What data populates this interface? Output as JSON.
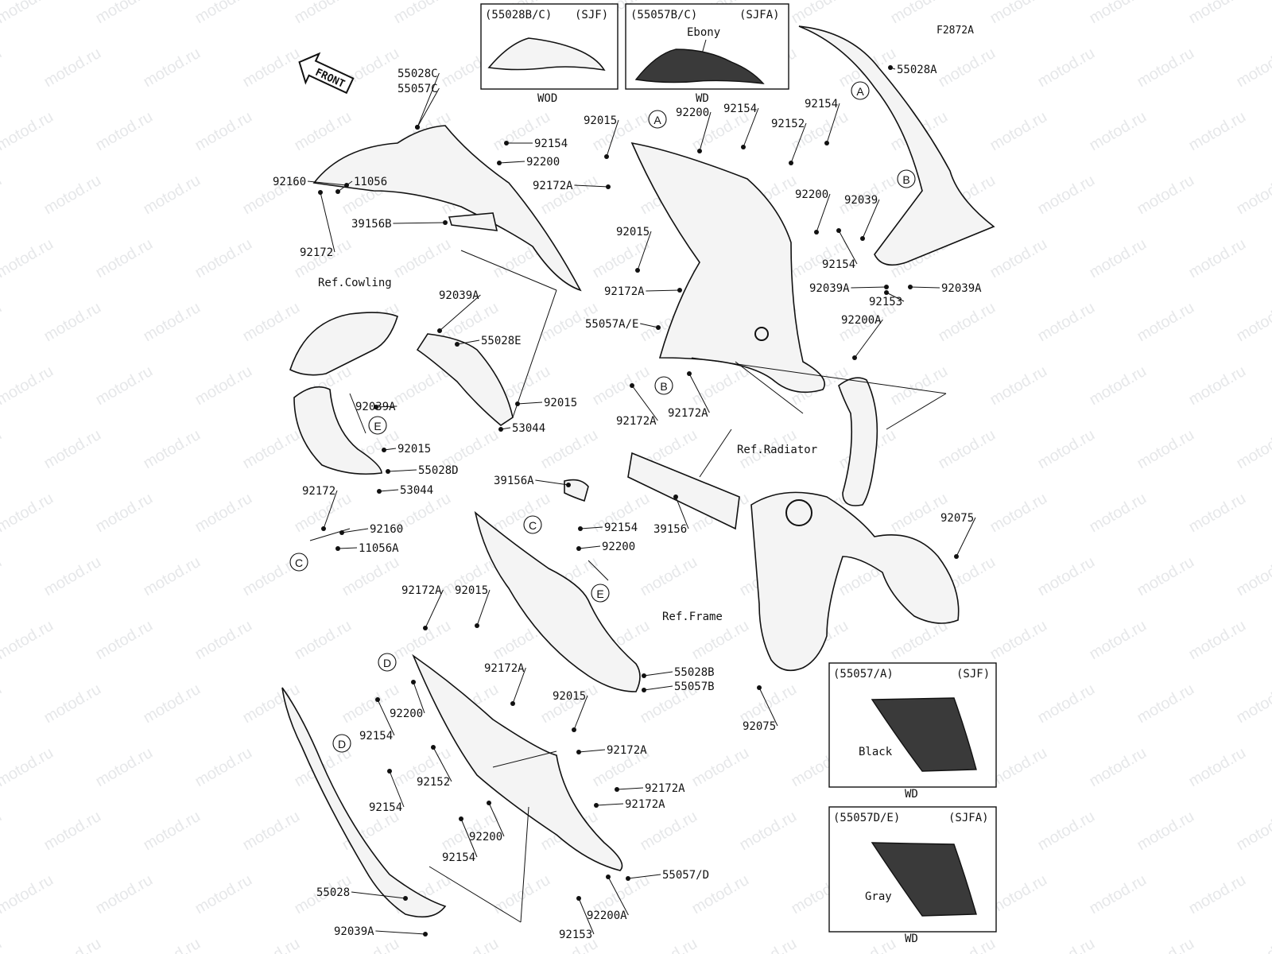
{
  "diagram_code": "F2872A",
  "watermark": "motod.ru",
  "front_label": "FRONT",
  "inset_boxes": [
    {
      "code": "(55028B/C)",
      "spec": "(SJF)",
      "color": "",
      "market": "WOD"
    },
    {
      "code": "(55057B/C)",
      "spec": "(SJFA)",
      "color": "Ebony",
      "market": "WD"
    },
    {
      "code": "(55057/A)",
      "spec": "(SJF)",
      "color": "Black",
      "market": "WD"
    },
    {
      "code": "(55057D/E)",
      "spec": "(SJFA)",
      "color": "Gray",
      "market": "WD"
    }
  ],
  "references": {
    "cowling": "Ref.Cowling",
    "radiator": "Ref.Radiator",
    "frame": "Ref.Frame"
  },
  "circle_markers": [
    "A",
    "A",
    "B",
    "B",
    "C",
    "C",
    "D",
    "D",
    "E",
    "E"
  ],
  "part_labels": [
    "55028C",
    "55057C",
    "92160",
    "11056",
    "92172",
    "39156B",
    "92154",
    "92200",
    "92015",
    "92172A",
    "92200",
    "92154",
    "92154",
    "92152",
    "55028A",
    "92200",
    "92039",
    "92015",
    "92154",
    "92172A",
    "92039A",
    "92039A",
    "92153",
    "55057A/E",
    "92200A",
    "92039A",
    "55028E",
    "92015",
    "53044",
    "92039A",
    "92015",
    "55028D",
    "53044",
    "92172",
    "92160",
    "11056A",
    "92172A",
    "92172A",
    "39156A",
    "39156",
    "92154",
    "92200",
    "92172A",
    "92015",
    "92172A",
    "92015",
    "55028B",
    "55057B",
    "92200",
    "92154",
    "92152",
    "92154",
    "92172A",
    "92172A",
    "92172A",
    "92200",
    "92154",
    "55057/D",
    "92200A",
    "92153",
    "55028",
    "92039A",
    "92075",
    "92075"
  ]
}
